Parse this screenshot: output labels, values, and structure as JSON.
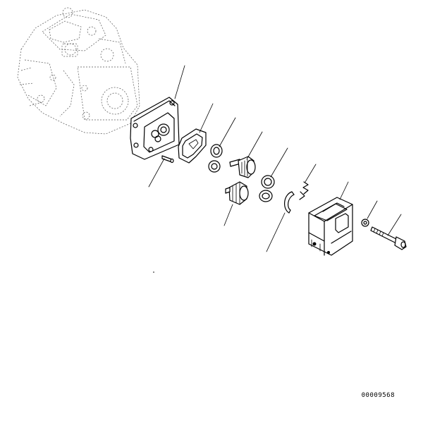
{
  "drawing_number": "00009568",
  "parts": [
    {
      "id": "pump-body"
    },
    {
      "id": "front-cover"
    },
    {
      "id": "dowel-pin"
    },
    {
      "id": "gasket"
    },
    {
      "id": "bushing-upper"
    },
    {
      "id": "drive-gear"
    },
    {
      "id": "driven-gear"
    },
    {
      "id": "bushing-lower"
    },
    {
      "id": "seal-ring"
    },
    {
      "id": "backup-ring"
    },
    {
      "id": "gear-case"
    },
    {
      "id": "washer"
    },
    {
      "id": "bolt"
    }
  ]
}
